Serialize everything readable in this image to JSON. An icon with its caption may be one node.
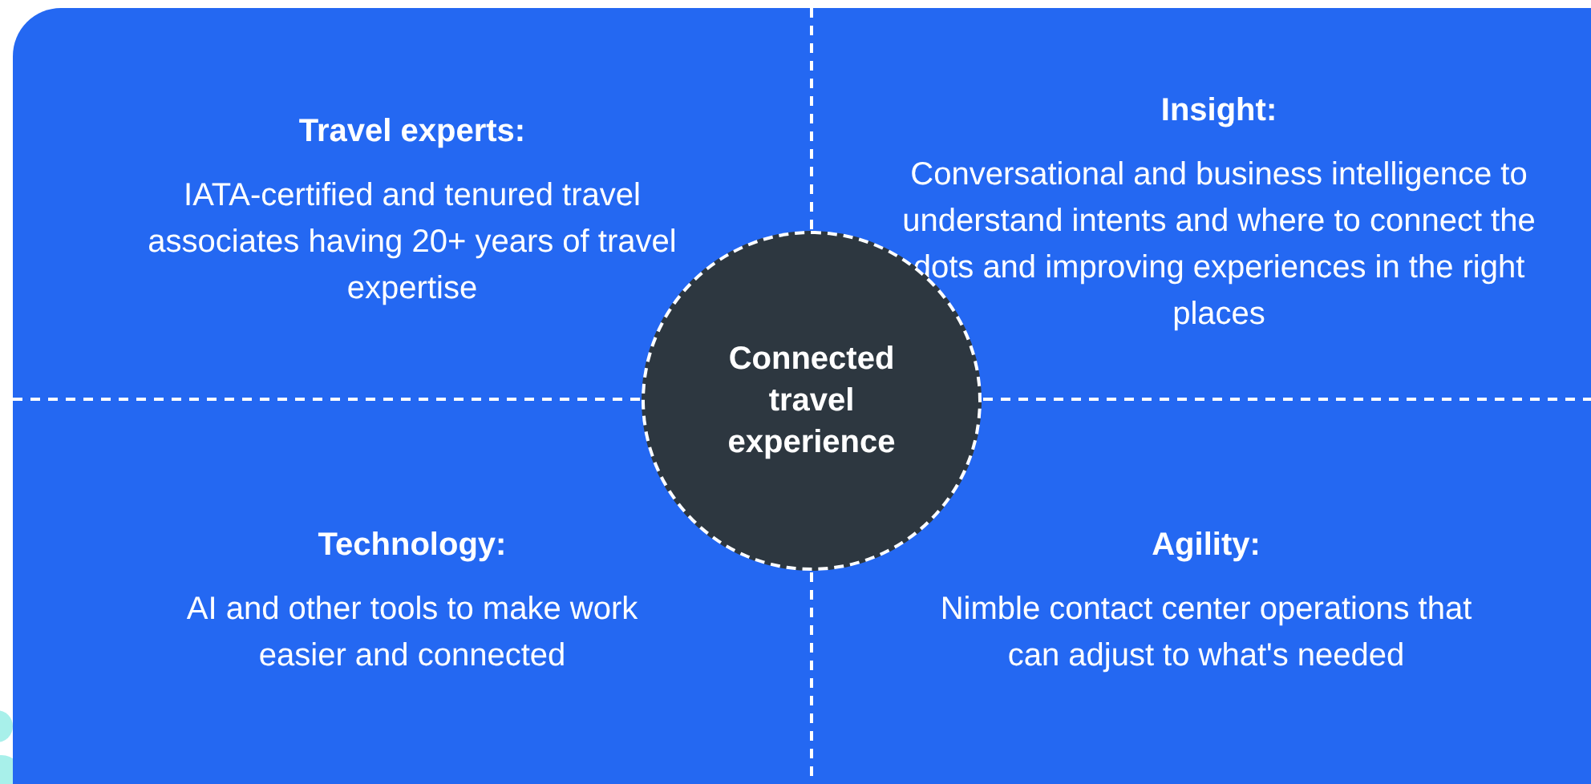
{
  "diagram": {
    "nodes": [
      {
        "text": [
          "Travel experts:",
          "IATA-certified and tenured travel associates having 20+ years of travel expertise"
        ]
      },
      {
        "text": [
          "Insight:",
          "Conversational and business intelligence to understand intents and where to connect the dots and improving experiences in the right places"
        ]
      },
      {
        "text": [
          "Connected travel experience"
        ]
      },
      {
        "text": [
          "Technology:",
          "AI and other tools to make work easier and connected"
        ]
      },
      {
        "text": [
          "Agility:",
          "Nimble contact center operations that can adjust to what's needed"
        ]
      }
    ]
  }
}
